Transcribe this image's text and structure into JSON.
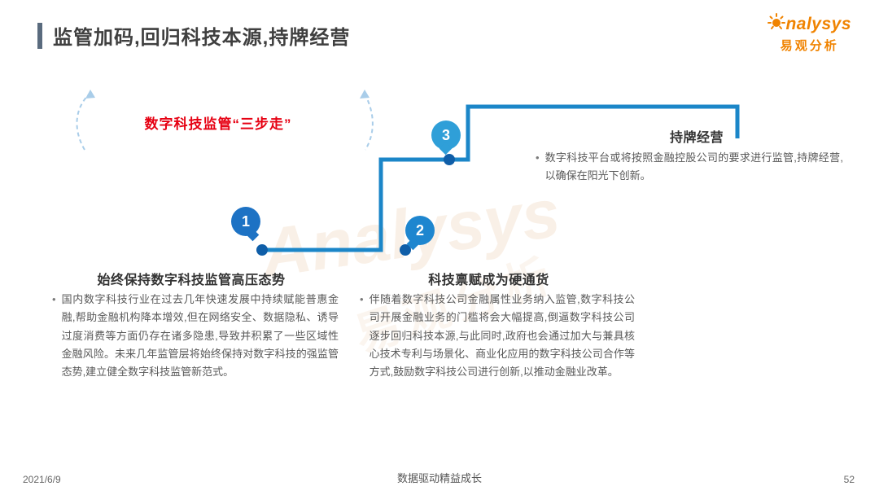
{
  "header": {
    "title": "监管加码,回归科技本源,持牌经营",
    "logo": {
      "brand": "nalysys",
      "brand_cn": "易观分析"
    }
  },
  "diagram": {
    "label": "数字科技监管“三步走”",
    "steps": [
      {
        "number": "1",
        "heading": "始终保持数字科技监管高压态势",
        "body": "国内数字科技行业在过去几年快速发展中持续赋能普惠金融,帮助金融机构降本增效,但在网络安全、数据隐私、诱导过度消费等方面仍存在诸多隐患,导致并积累了一些区域性金融风险。未来几年监管层将始终保持对数字科技的强监管态势,建立健全数字科技监管新范式。"
      },
      {
        "number": "2",
        "heading": "科技禀赋成为硬通货",
        "body": "伴随着数字科技公司金融属性业务纳入监管,数字科技公司开展金融业务的门槛将会大幅提高,倒逼数字科技公司逐步回归科技本源,与此同时,政府也会通过加大与兼具核心技术专利与场景化、商业化应用的数字科技公司合作等方式,鼓励数字科技公司进行创新,以推动金融业改革。"
      },
      {
        "number": "3",
        "heading": "持牌经营",
        "body": "数字科技平台或将按照金融控股公司的要求进行监管,持牌经营,以确保在阳光下创新。"
      }
    ]
  },
  "ui": {
    "bullet": "•"
  },
  "watermark": {
    "text": "Analysys",
    "text_cn": "易观分析"
  },
  "footer": {
    "date": "2021/6/9",
    "center": "数据驱动精益成长",
    "page": "52"
  },
  "colors": {
    "line_blue": "#1b86c8",
    "dot_blue": "#0f5ea8",
    "bubble_blue_dark": "#1d72c4",
    "bubble_blue_mid": "#1e86cf",
    "bubble_blue_light": "#2f9fd8",
    "label_red": "#e60012",
    "brand_orange": "#f08300",
    "accent_bar_slate": "#5a6b7e",
    "title_gray": "#3f3f3f",
    "body_gray": "#595959"
  }
}
